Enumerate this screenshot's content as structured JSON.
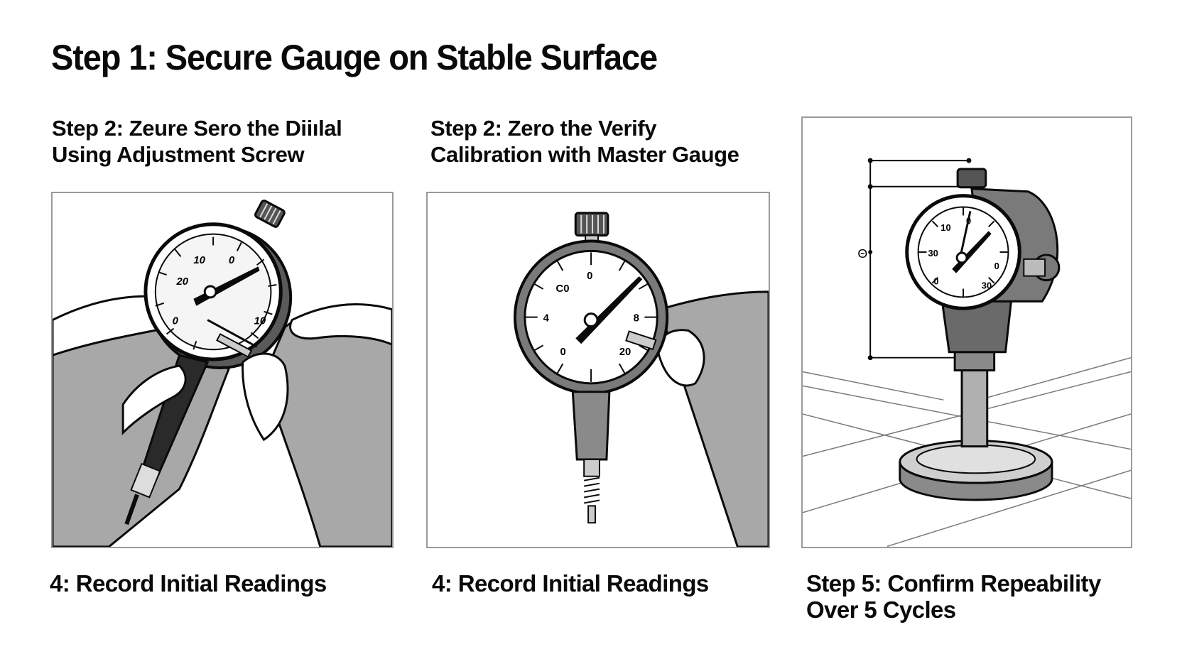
{
  "title": "Step 1: Secure Gauge on Stable Surface",
  "panels": [
    {
      "heading_line1": "Step 2: Zeure Sero the Diiılal",
      "heading_line2": "Using Adjustment Screw",
      "caption_line1": "4: Record Initial Readings",
      "caption_line2": "",
      "illustration": "hands-adjusting-dial-indicator",
      "dial_labels": [
        "10",
        "0",
        "20",
        "0",
        "10"
      ]
    },
    {
      "heading_line1": "Step 2: Zero the Verify",
      "heading_line2": "Calibration with Master Gauge",
      "caption_line1": "4:  Record  Initial Readings",
      "caption_line2": "",
      "illustration": "hand-holding-dial-indicator",
      "dial_labels": [
        "0",
        "C0",
        "4",
        "8",
        "0",
        "20"
      ]
    },
    {
      "heading_line1": "",
      "heading_line2": "",
      "caption_line1": "Step 5: Confirm Repeability",
      "caption_line2": "Over 5 Cycles",
      "illustration": "dial-gauge-on-stand",
      "dimension_label": "Θ",
      "dial_labels": [
        "10",
        "0",
        "30",
        "0",
        "0",
        "30"
      ]
    }
  ],
  "colors": {
    "ink": "#0a0a0a",
    "panel_border": "#9a9a9a",
    "shade_light": "#c8c8c8",
    "shade_mid": "#9e9e9e",
    "shade_dark": "#5a5a5a"
  }
}
